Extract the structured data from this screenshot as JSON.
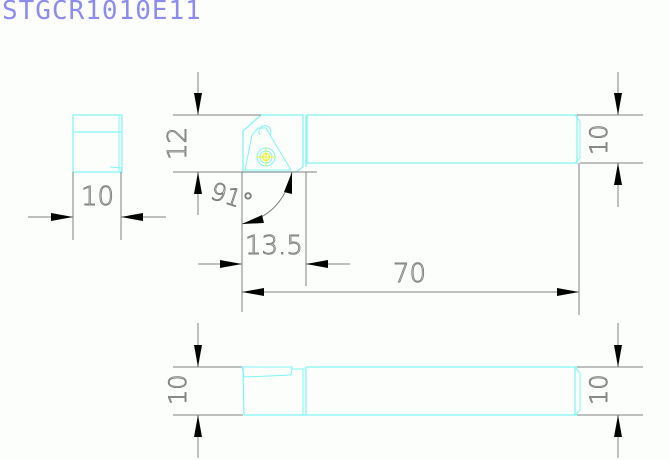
{
  "title": "STGCR1010E11",
  "colors": {
    "background": "#fcfefc",
    "title": "#8c8cf0",
    "outline": "#7ff5f5",
    "dimension_line": "#808080",
    "arrow": "#000000",
    "center_mark": "#f0f000"
  },
  "end_view": {
    "width_dim": "10"
  },
  "top_view": {
    "head_height_dim": "12",
    "angle_dim": "91°",
    "head_length_dim": "13.5",
    "overall_length_dim": "70",
    "shank_height_dim": "10"
  },
  "side_view": {
    "left_height_dim": "10",
    "right_height_dim": "10"
  }
}
